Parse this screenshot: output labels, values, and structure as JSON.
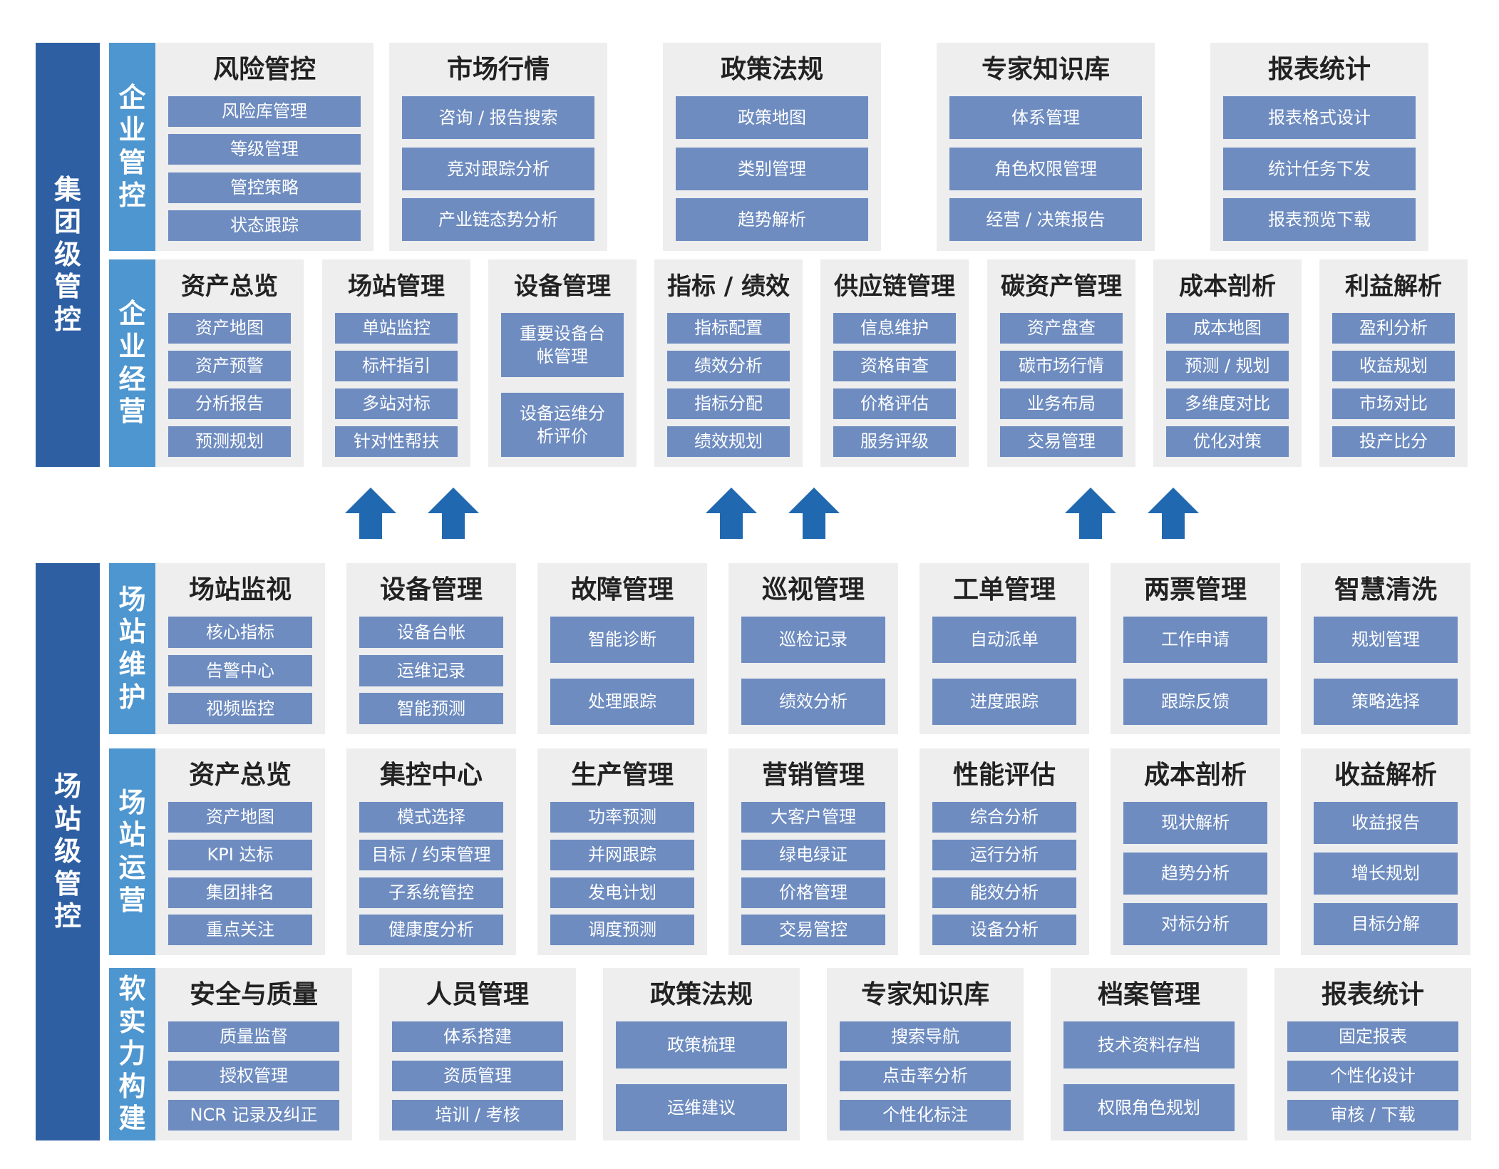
{
  "colors": {
    "level_label": "#2e5fa3",
    "group_label": "#4e96cf",
    "card_bg": "#eeeeef",
    "item_bg": "#6e8cc0",
    "arrow": "#2068b0"
  },
  "levels": {
    "group_level": "集团级管控",
    "station_level": "场站级管控"
  },
  "groups": {
    "enterprise_control": "企业管控",
    "enterprise_operation": "企业经营",
    "station_maintenance": "场站维护",
    "station_operation": "场站运营",
    "soft_power": "软实力构建"
  },
  "enterprise_control": [
    {
      "title": "风险管控",
      "items": [
        "风险库管理",
        "等级管理",
        "管控策略",
        "状态跟踪"
      ]
    },
    {
      "title": "市场行情",
      "items": [
        "咨询 / 报告搜索",
        "竞对跟踪分析",
        "产业链态势分析"
      ]
    },
    {
      "title": "政策法规",
      "items": [
        "政策地图",
        "类别管理",
        "趋势解析"
      ]
    },
    {
      "title": "专家知识库",
      "items": [
        "体系管理",
        "角色权限管理",
        "经营 / 决策报告"
      ]
    },
    {
      "title": "报表统计",
      "items": [
        "报表格式设计",
        "统计任务下发",
        "报表预览下载"
      ]
    }
  ],
  "enterprise_operation": [
    {
      "title": "资产总览",
      "items": [
        "资产地图",
        "资产预警",
        "分析报告",
        "预测规划"
      ]
    },
    {
      "title": "场站管理",
      "items": [
        "单站监控",
        "标杆指引",
        "多站对标",
        "针对性帮扶"
      ]
    },
    {
      "title": "设备管理",
      "items": [
        "重要设备台帐管理",
        "设备运维分析评价"
      ]
    },
    {
      "title": "指标 / 绩效",
      "items": [
        "指标配置",
        "绩效分析",
        "指标分配",
        "绩效规划"
      ]
    },
    {
      "title": "供应链管理",
      "items": [
        "信息维护",
        "资格审查",
        "价格评估",
        "服务评级"
      ]
    },
    {
      "title": "碳资产管理",
      "items": [
        "资产盘查",
        "碳市场行情",
        "业务布局",
        "交易管理"
      ]
    },
    {
      "title": "成本剖析",
      "items": [
        "成本地图",
        "预测 / 规划",
        "多维度对比",
        "优化对策"
      ]
    },
    {
      "title": "利益解析",
      "items": [
        "盈利分析",
        "收益规划",
        "市场对比",
        "投产比分"
      ]
    }
  ],
  "station_maintenance": [
    {
      "title": "场站监视",
      "items": [
        "核心指标",
        "告警中心",
        "视频监控"
      ]
    },
    {
      "title": "设备管理",
      "items": [
        "设备台帐",
        "运维记录",
        "智能预测"
      ]
    },
    {
      "title": "故障管理",
      "items": [
        "智能诊断",
        "处理跟踪"
      ]
    },
    {
      "title": "巡视管理",
      "items": [
        "巡检记录",
        "绩效分析"
      ]
    },
    {
      "title": "工单管理",
      "items": [
        "自动派单",
        "进度跟踪"
      ]
    },
    {
      "title": "两票管理",
      "items": [
        "工作申请",
        "跟踪反馈"
      ]
    },
    {
      "title": "智慧清洗",
      "items": [
        "规划管理",
        "策略选择"
      ]
    }
  ],
  "station_operation": [
    {
      "title": "资产总览",
      "items": [
        "资产地图",
        "KPI 达标",
        "集团排名",
        "重点关注"
      ]
    },
    {
      "title": "集控中心",
      "items": [
        "模式选择",
        "目标 / 约束管理",
        "子系统管控",
        "健康度分析"
      ]
    },
    {
      "title": "生产管理",
      "items": [
        "功率预测",
        "并网跟踪",
        "发电计划",
        "调度预测"
      ]
    },
    {
      "title": "营销管理",
      "items": [
        "大客户管理",
        "绿电绿证",
        "价格管理",
        "交易管控"
      ]
    },
    {
      "title": "性能评估",
      "items": [
        "综合分析",
        "运行分析",
        "能效分析",
        "设备分析"
      ]
    },
    {
      "title": "成本剖析",
      "items": [
        "现状解析",
        "趋势分析",
        "对标分析"
      ]
    },
    {
      "title": "收益解析",
      "items": [
        "收益报告",
        "增长规划",
        "目标分解"
      ]
    }
  ],
  "soft_power": [
    {
      "title": "安全与质量",
      "items": [
        "质量监督",
        "授权管理",
        "NCR 记录及纠正"
      ]
    },
    {
      "title": "人员管理",
      "items": [
        "体系搭建",
        "资质管理",
        "培训 / 考核"
      ]
    },
    {
      "title": "政策法规",
      "items": [
        "政策梳理",
        "运维建议"
      ]
    },
    {
      "title": "专家知识库",
      "items": [
        "搜索导航",
        "点击率分析",
        "个性化标注"
      ]
    },
    {
      "title": "档案管理",
      "items": [
        "技术资料存档",
        "权限角色规划"
      ]
    },
    {
      "title": "报表统计",
      "items": [
        "固定报表",
        "个性化设计",
        "审核 / 下载"
      ]
    }
  ]
}
